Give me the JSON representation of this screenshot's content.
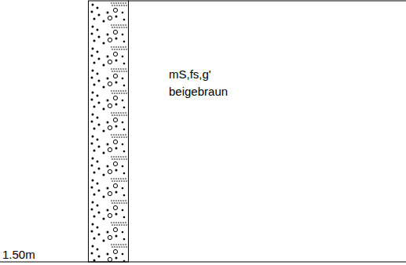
{
  "diagram": {
    "labels": [
      "mS,fs,g'",
      "beigebraun",
      "1.50m"
    ]
  }
}
